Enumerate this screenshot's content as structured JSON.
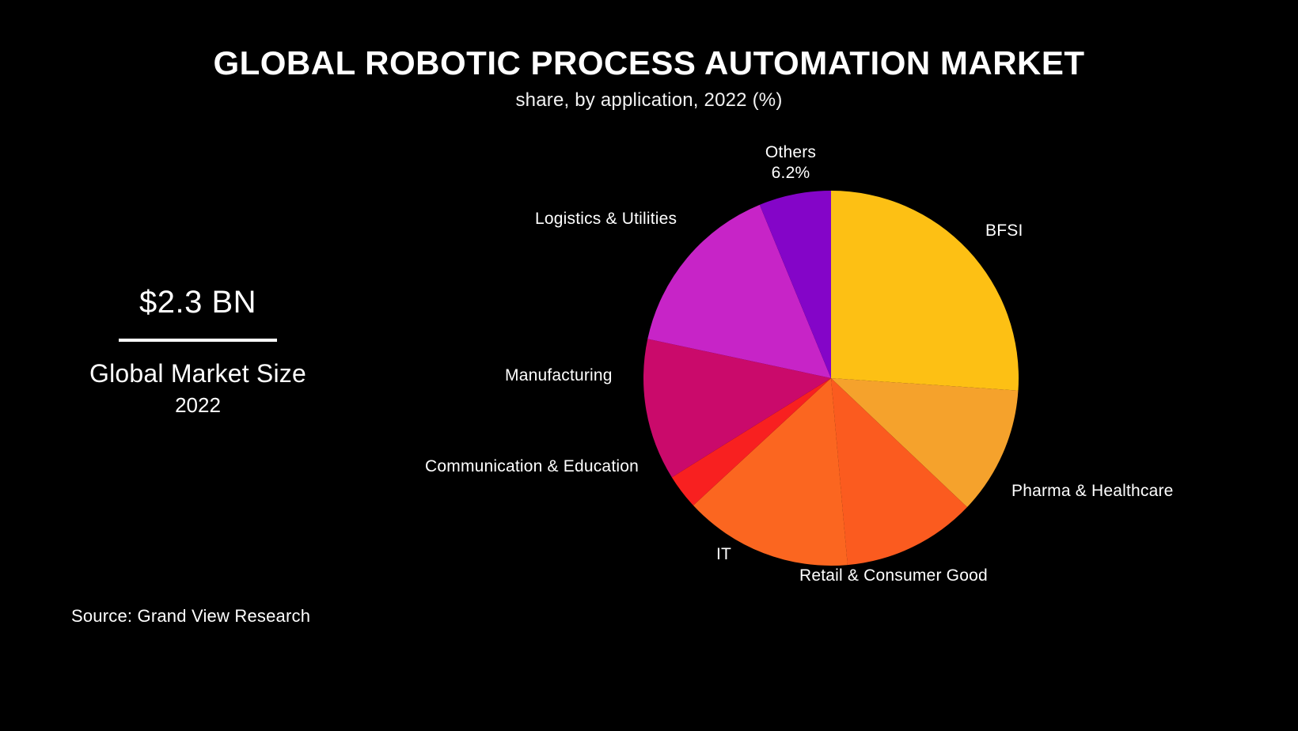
{
  "header": {
    "title": "GLOBAL ROBOTIC PROCESS AUTOMATION MARKET",
    "subtitle": "share, by application, 2022 (%)"
  },
  "stat_panel": {
    "value": "$2.3 BN",
    "label": "Global Market Size",
    "year": "2022"
  },
  "source": {
    "text": "Source: Grand View Research"
  },
  "labels": {
    "others": "Others",
    "others_pct": "6.2%",
    "bfsi": "BFSI",
    "pharma": "Pharma & Healthcare",
    "retail": "Retail & Consumer Good",
    "it": "IT",
    "communication": "Communication & Education",
    "manufacturing": "Manufacturing",
    "logistics": "Logistics & Utilities"
  },
  "chart_data": {
    "type": "pie",
    "title": "GLOBAL ROBOTIC PROCESS AUTOMATION MARKET",
    "subtitle": "share, by application, 2022 (%)",
    "unit": "%",
    "start_angle_deg": 0,
    "direction": "clockwise",
    "legend": "none-labels-outside",
    "grid": false,
    "categories": [
      "BFSI",
      "Pharma & Healthcare",
      "Retail & Consumer Good",
      "IT",
      "Communication & Education",
      "Manufacturing",
      "Logistics & Utilities",
      "Others"
    ],
    "values": [
      26.0,
      11.0,
      11.5,
      14.5,
      3.0,
      12.2,
      15.4,
      6.2
    ],
    "colors": [
      "#fdc014",
      "#f5a22c",
      "#fb5b1f",
      "#fb6620",
      "#f82020",
      "#ca0a6b",
      "#c724c7",
      "#8405c8"
    ],
    "labeled_values": [
      {
        "name": "Others",
        "value": 6.2,
        "label": "6.2%"
      }
    ],
    "background_color": "#000000",
    "text_color": "#ffffff"
  }
}
